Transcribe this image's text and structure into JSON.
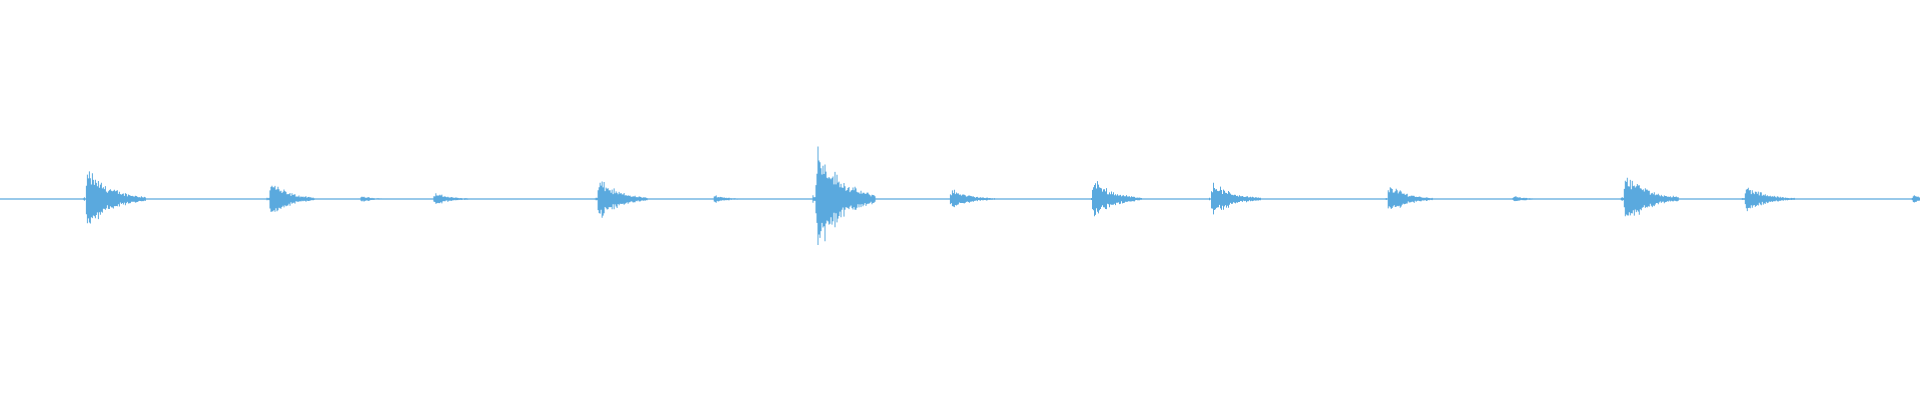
{
  "waveform": {
    "color": "#5aa9de",
    "baseline_color": "#5aa9de",
    "transients": [
      {
        "time_fraction": 0.045,
        "amplitude": 0.3,
        "decay": 0.012
      },
      {
        "time_fraction": 0.1406,
        "amplitude": 0.18,
        "decay": 0.009
      },
      {
        "time_fraction": 0.188,
        "amplitude": 0.03,
        "decay": 0.006
      },
      {
        "time_fraction": 0.226,
        "amplitude": 0.06,
        "decay": 0.008
      },
      {
        "time_fraction": 0.3115,
        "amplitude": 0.2,
        "decay": 0.01
      },
      {
        "time_fraction": 0.372,
        "amplitude": 0.04,
        "decay": 0.006
      },
      {
        "time_fraction": 0.425,
        "amplitude": 0.55,
        "decay": 0.012
      },
      {
        "time_fraction": 0.495,
        "amplitude": 0.1,
        "decay": 0.009
      },
      {
        "time_fraction": 0.569,
        "amplitude": 0.2,
        "decay": 0.01
      },
      {
        "time_fraction": 0.631,
        "amplitude": 0.17,
        "decay": 0.01
      },
      {
        "time_fraction": 0.723,
        "amplitude": 0.15,
        "decay": 0.009
      },
      {
        "time_fraction": 0.788,
        "amplitude": 0.03,
        "decay": 0.006
      },
      {
        "time_fraction": 0.846,
        "amplitude": 0.27,
        "decay": 0.011
      },
      {
        "time_fraction": 0.909,
        "amplitude": 0.13,
        "decay": 0.01
      },
      {
        "time_fraction": 0.996,
        "amplitude": 0.04,
        "decay": 0.004
      }
    ]
  }
}
